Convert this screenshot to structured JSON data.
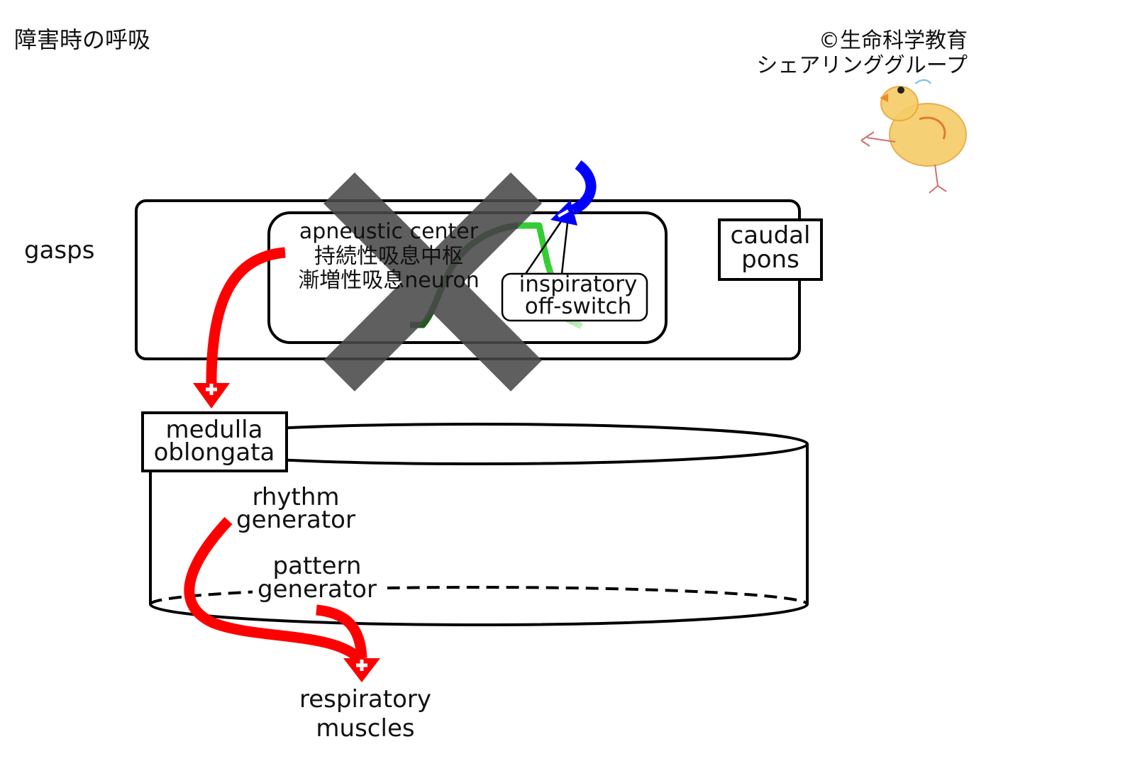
{
  "title": "障害時の呼吸",
  "credit": {
    "line1": "©生命科学教育",
    "line2": "シェアリンググループ"
  },
  "mode_label": "gasps",
  "pons": {
    "apneustic_line1": "apneustic center",
    "apneustic_line2": "持続性吸息中枢",
    "apneustic_line3": "漸増性吸息neuron",
    "offswitch_line1": "inspiratory",
    "offswitch_line2": "off-switch",
    "caudal_line1": "caudal",
    "caudal_line2": "pons"
  },
  "medulla": {
    "label_line1": "medulla",
    "label_line2": "oblongata",
    "rhythm_line1": "rhythm",
    "rhythm_line2": "generator",
    "pattern_line1": "pattern",
    "pattern_line2": "generator"
  },
  "output": {
    "line1": "respiratory",
    "line2": "muscles"
  },
  "colors": {
    "excitatory_arrow": "#ff0000",
    "inhibitory_arrow": "#0000ff",
    "ramp_dark": "#1e5c1e",
    "ramp_light": "#33cc33",
    "ramp_fade": "#a8e6a8",
    "cross_mark": "#595959"
  },
  "icons": [
    "chick-illustration"
  ]
}
